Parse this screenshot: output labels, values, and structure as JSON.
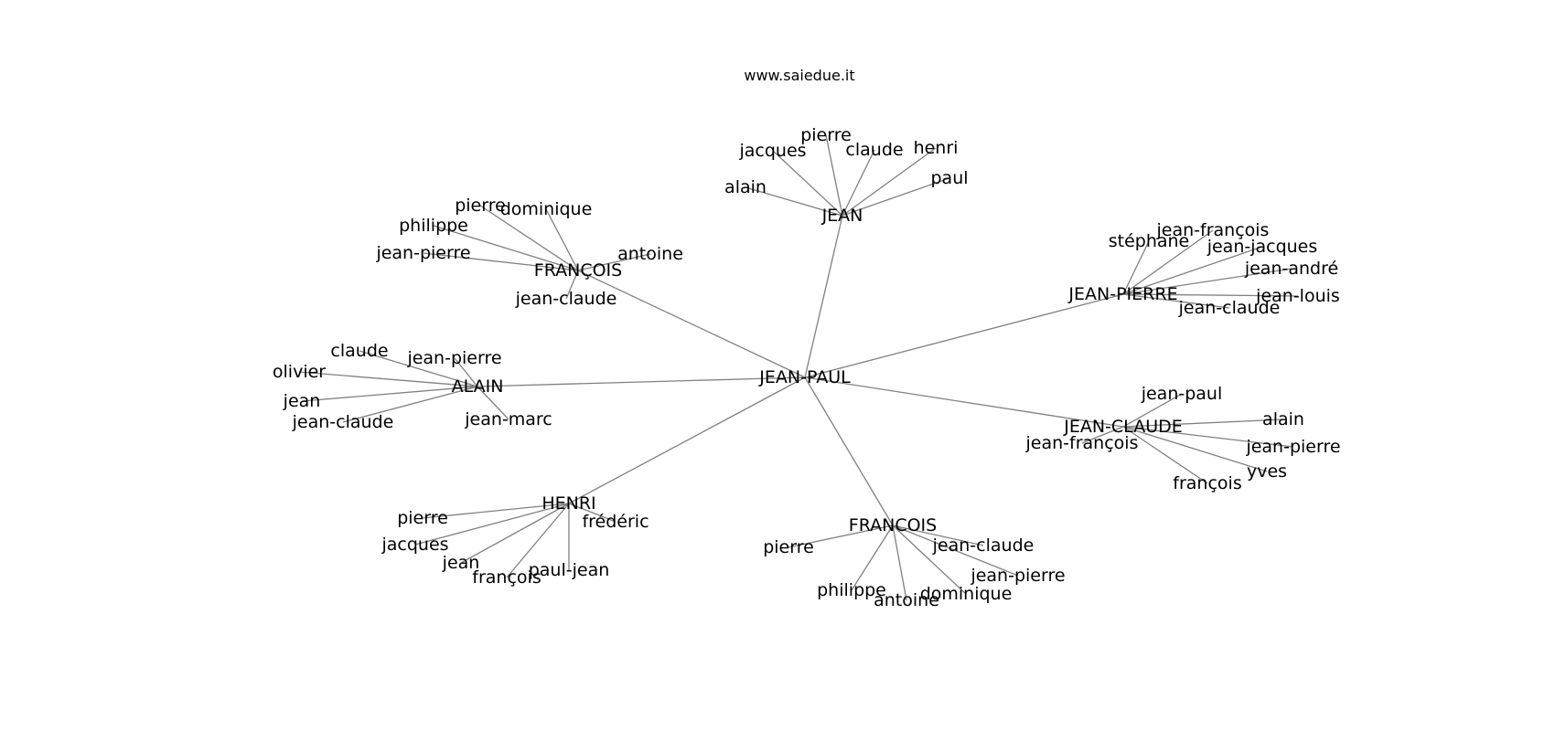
{
  "title": "www.saiedue.it",
  "root": "JEAN-PAUL",
  "colors": {
    "edge": "#808080",
    "text": "#000000",
    "background": "#ffffff"
  },
  "groups": [
    {
      "label": "JEAN",
      "children": [
        "pierre",
        "jacques",
        "claude",
        "henri",
        "alain",
        "paul"
      ]
    },
    {
      "label": "FRANÇOIS",
      "children": [
        "pierre",
        "dominique",
        "philippe",
        "jean-pierre",
        "antoine",
        "jean-claude"
      ]
    },
    {
      "label": "JEAN-PIERRE",
      "children": [
        "stéphane",
        "jean-françois",
        "jean-jacques",
        "jean-andré",
        "jean-louis",
        "jean-claude"
      ]
    },
    {
      "label": "ALAIN",
      "children": [
        "claude",
        "jean-pierre",
        "olivier",
        "jean",
        "jean-claude",
        "jean-marc"
      ]
    },
    {
      "label": "JEAN-CLAUDE",
      "children": [
        "jean-paul",
        "alain",
        "jean-françois",
        "jean-pierre",
        "yves",
        "françois"
      ]
    },
    {
      "label": "HENRI",
      "children": [
        "pierre",
        "frédéric",
        "jacques",
        "jean",
        "paul-jean",
        "françois"
      ]
    },
    {
      "label": "FRANCOIS",
      "children": [
        "pierre",
        "jean-claude",
        "jean-pierre",
        "philippe",
        "dominique",
        "antoine"
      ]
    }
  ]
}
